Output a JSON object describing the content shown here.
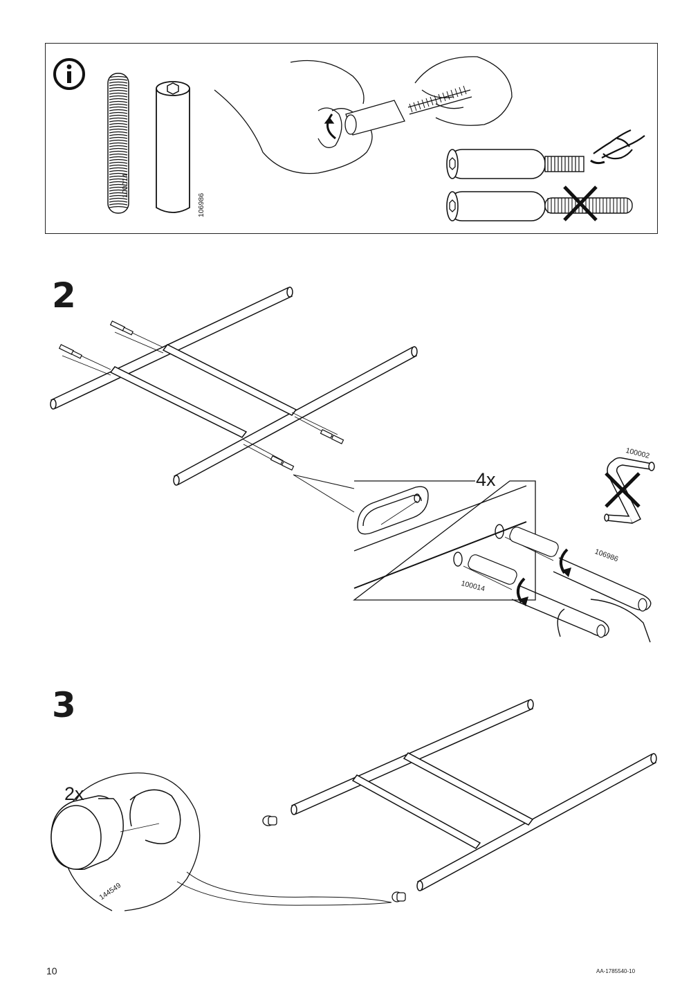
{
  "info_panel": {
    "parts": [
      {
        "part_number": "100014",
        "name": "threaded-rod"
      },
      {
        "part_number": "106986",
        "name": "barrel-connector"
      }
    ],
    "icons": [
      "info-icon",
      "hand-tighten-icon",
      "do-not-cross-icon"
    ]
  },
  "step_2": {
    "number": "2",
    "detail_quantity": "4x",
    "parts": [
      "100002",
      "106986",
      "100014"
    ]
  },
  "step_3": {
    "number": "3",
    "detail_quantity": "2x",
    "parts": [
      "144549"
    ]
  },
  "footer": {
    "page_number": "10",
    "document_id": "AA-1785540-10"
  }
}
